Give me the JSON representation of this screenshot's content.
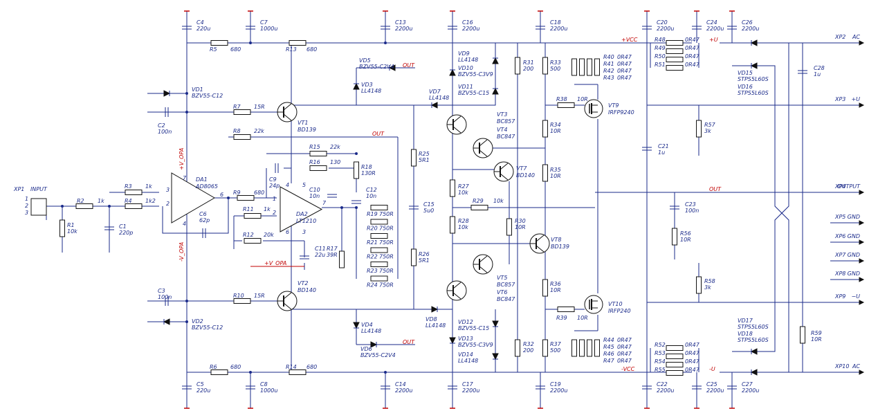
{
  "components": {
    "C4": [
      "C4",
      "220u"
    ],
    "C7": [
      "C7",
      "1000u"
    ],
    "C13": [
      "C13",
      "2200u"
    ],
    "C16": [
      "C16",
      "2200u"
    ],
    "C18": [
      "C18",
      "2200u"
    ],
    "C20": [
      "C20",
      "2200u"
    ],
    "C24": [
      "C24",
      "2200u"
    ],
    "C26": [
      "C26",
      "2200u"
    ],
    "C5": [
      "C5",
      "220u"
    ],
    "C8": [
      "C8",
      "1000u"
    ],
    "C14": [
      "C14",
      "2200u"
    ],
    "C17": [
      "C17",
      "2200u"
    ],
    "C19": [
      "C19",
      "2200u"
    ],
    "C22": [
      "C22",
      "2200u"
    ],
    "C25": [
      "C25",
      "2200u"
    ],
    "C27": [
      "C27",
      "2200u"
    ],
    "C2": [
      "C2",
      "100n"
    ],
    "C3": [
      "C3",
      "100n"
    ],
    "C1": [
      "C1",
      "220p"
    ],
    "C6": [
      "C6",
      "62p"
    ],
    "C9": [
      "C9",
      "24p"
    ],
    "C10": [
      "C10",
      "10n"
    ],
    "C11": [
      "C11",
      "22u"
    ],
    "C12": [
      "C12",
      "10n"
    ],
    "C15": [
      "C15",
      "5u0"
    ],
    "C21": [
      "C21",
      "1u"
    ],
    "C23": [
      "C23",
      "100n"
    ],
    "C28": [
      "C28",
      "1u"
    ],
    "R1": [
      "R1",
      "10k"
    ],
    "R2": [
      "R2",
      "1k"
    ],
    "R3": [
      "R3",
      "1k"
    ],
    "R4": [
      "R4",
      "1k2"
    ],
    "R5": [
      "R5",
      "680"
    ],
    "R6": [
      "R6",
      "680"
    ],
    "R7": [
      "R7",
      "15R"
    ],
    "R8": [
      "R8",
      "22k"
    ],
    "R9": [
      "R9",
      "680"
    ],
    "R10": [
      "R10",
      "15R"
    ],
    "R11": [
      "R11",
      "1k"
    ],
    "R12": [
      "R12",
      "20k"
    ],
    "R13": [
      "R13",
      "680"
    ],
    "R14": [
      "R14",
      "680"
    ],
    "R15": [
      "R15",
      "22k"
    ],
    "R16": [
      "R16",
      "130"
    ],
    "R17": [
      "R17",
      "39R"
    ],
    "R18": [
      "R18",
      "130R"
    ],
    "R19": [
      "R19",
      "750R"
    ],
    "R20": [
      "R20",
      "750R"
    ],
    "R21": [
      "R21",
      "750R"
    ],
    "R22": [
      "R22",
      "750R"
    ],
    "R23": [
      "R23",
      "750R"
    ],
    "R24": [
      "R24",
      "750R"
    ],
    "R25": [
      "R25",
      "5R1"
    ],
    "R26": [
      "R26",
      "5R1"
    ],
    "R27": [
      "R27",
      "10k"
    ],
    "R28": [
      "R28",
      "10k"
    ],
    "R29": [
      "R29",
      "10k"
    ],
    "R30": [
      "R30",
      "10R"
    ],
    "R31": [
      "R31",
      "200"
    ],
    "R32": [
      "R32",
      "200"
    ],
    "R33": [
      "R33",
      "500"
    ],
    "R34": [
      "R34",
      "10R"
    ],
    "R35": [
      "R35",
      "10R"
    ],
    "R36": [
      "R36",
      "10R"
    ],
    "R37": [
      "R37",
      "500"
    ],
    "R38": [
      "R38",
      "10R"
    ],
    "R39": [
      "R39",
      "10R"
    ],
    "R40": [
      "R40",
      "0R47"
    ],
    "R41": [
      "R41",
      "0R47"
    ],
    "R42": [
      "R42",
      "0R47"
    ],
    "R43": [
      "R43",
      "0R47"
    ],
    "R44": [
      "R44",
      "0R47"
    ],
    "R45": [
      "R45",
      "0R47"
    ],
    "R46": [
      "R46",
      "0R47"
    ],
    "R47": [
      "R47",
      "0R47"
    ],
    "R48": [
      "R48",
      "0R47"
    ],
    "R49": [
      "R49",
      "0R47"
    ],
    "R50": [
      "R50",
      "0R47"
    ],
    "R51": [
      "R51",
      "0R47"
    ],
    "R52": [
      "R52",
      "0R47"
    ],
    "R53": [
      "R53",
      "0R47"
    ],
    "R54": [
      "R54",
      "0R47"
    ],
    "R55": [
      "R55",
      "0R47"
    ],
    "R56": [
      "R56",
      "10R"
    ],
    "R57": [
      "R57",
      "3k"
    ],
    "R58": [
      "R58",
      "3k"
    ],
    "R59": [
      "R59",
      "10R"
    ],
    "VD1": [
      "VD1",
      "BZV55-C12"
    ],
    "VD2": [
      "VD2",
      "BZV55-C12"
    ],
    "VD3": [
      "VD3",
      "LL4148"
    ],
    "VD4": [
      "VD4",
      "LL4148"
    ],
    "VD5": [
      "VD5",
      "BZV55-C2V4"
    ],
    "VD6": [
      "VD6",
      "BZV55-C2V4"
    ],
    "VD7": [
      "VD7",
      "LL4148"
    ],
    "VD8": [
      "VD8",
      "LL4148"
    ],
    "VD9": [
      "VD9",
      "LL4148"
    ],
    "VD10": [
      "VD10",
      "BZV55-C3V9"
    ],
    "VD11": [
      "VD11",
      "BZV55-C15"
    ],
    "VD12": [
      "VD12",
      "BZV55-C15"
    ],
    "VD13": [
      "VD13",
      "BZV55-C3V9"
    ],
    "VD14": [
      "VD14",
      "LL4148"
    ],
    "VD15": [
      "VD15",
      "STPS5L60S"
    ],
    "VD16": [
      "VD16",
      "STPS5L60S"
    ],
    "VD17": [
      "VD17",
      "STPS5L60S"
    ],
    "VD18": [
      "VD18",
      "STPS5L60S"
    ],
    "VT1": [
      "VT1",
      "BD139"
    ],
    "VT2": [
      "VT2",
      "BD140"
    ],
    "VT3": [
      "VT3",
      "BC857"
    ],
    "VT4": [
      "VT4",
      "BC847"
    ],
    "VT5": [
      "VT5",
      "BC857"
    ],
    "VT6": [
      "VT6",
      "BC847"
    ],
    "VT7": [
      "VT7",
      "BD140"
    ],
    "VT8": [
      "VT8",
      "BD139"
    ],
    "VT9": [
      "VT9",
      "IRFP9240"
    ],
    "VT10": [
      "VT10",
      "IRFP240"
    ],
    "DA1": [
      "DA1",
      "AD8065"
    ],
    "DA2": [
      "DA2",
      "LT1210"
    ]
  },
  "connectors": {
    "XP1": [
      "XP1",
      "INPUT"
    ],
    "XP2": [
      "XP2",
      "AC"
    ],
    "XP3": [
      "XP3",
      "+U"
    ],
    "XP4": [
      "XP4",
      "OUTPUT"
    ],
    "XP5": [
      "XP5",
      "GND"
    ],
    "XP6": [
      "XP6",
      "GND"
    ],
    "XP7": [
      "XP7",
      "GND"
    ],
    "XP8": [
      "XP8",
      "GND"
    ],
    "XP9": [
      "XP9",
      "−U"
    ],
    "XP10": [
      "XP10",
      "AC"
    ]
  },
  "nets": {
    "out": "OUT",
    "vcc_pos": "+VCC",
    "vcc_neg": "-VCC",
    "u_pos": "+U",
    "u_neg": "-U",
    "v_opa_pos": "+V_OPA",
    "v_opa_neg": "-V_OPA"
  },
  "pins": {
    "p1": "1",
    "p2": "2",
    "p3": "3",
    "p4": "4",
    "p5": "5",
    "p6": "6",
    "p7": "7"
  },
  "colors": {
    "wire": "#1a2a8a",
    "net_label": "#c00000",
    "body": "#111111"
  }
}
